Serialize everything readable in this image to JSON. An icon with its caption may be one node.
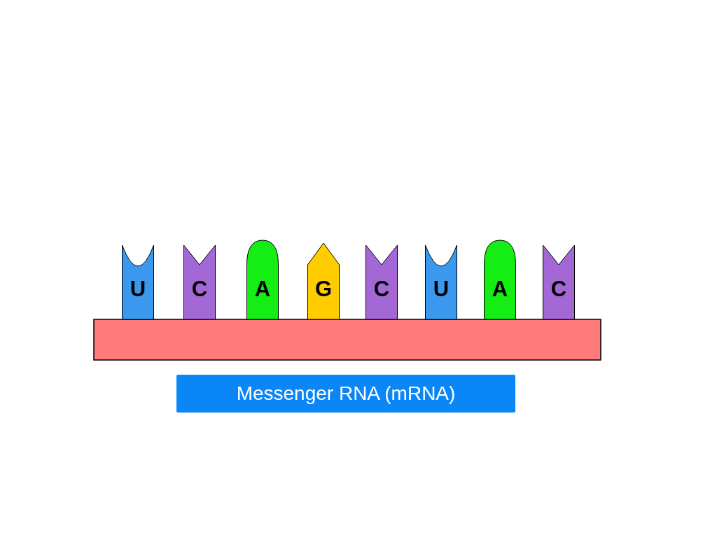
{
  "diagram": {
    "nodes": [
      {
        "text": [
          "U"
        ]
      },
      {
        "text": [
          "C"
        ]
      },
      {
        "text": [
          "A"
        ]
      },
      {
        "text": [
          "G"
        ]
      },
      {
        "text": [
          "C"
        ]
      },
      {
        "text": [
          "U"
        ]
      },
      {
        "text": [
          "A"
        ]
      },
      {
        "text": [
          "C"
        ]
      },
      {
        "text": [],
        "shape": "bar"
      },
      {
        "text": [
          "Messenger RNA (mRNA)"
        ]
      }
    ],
    "edges": []
  }
}
